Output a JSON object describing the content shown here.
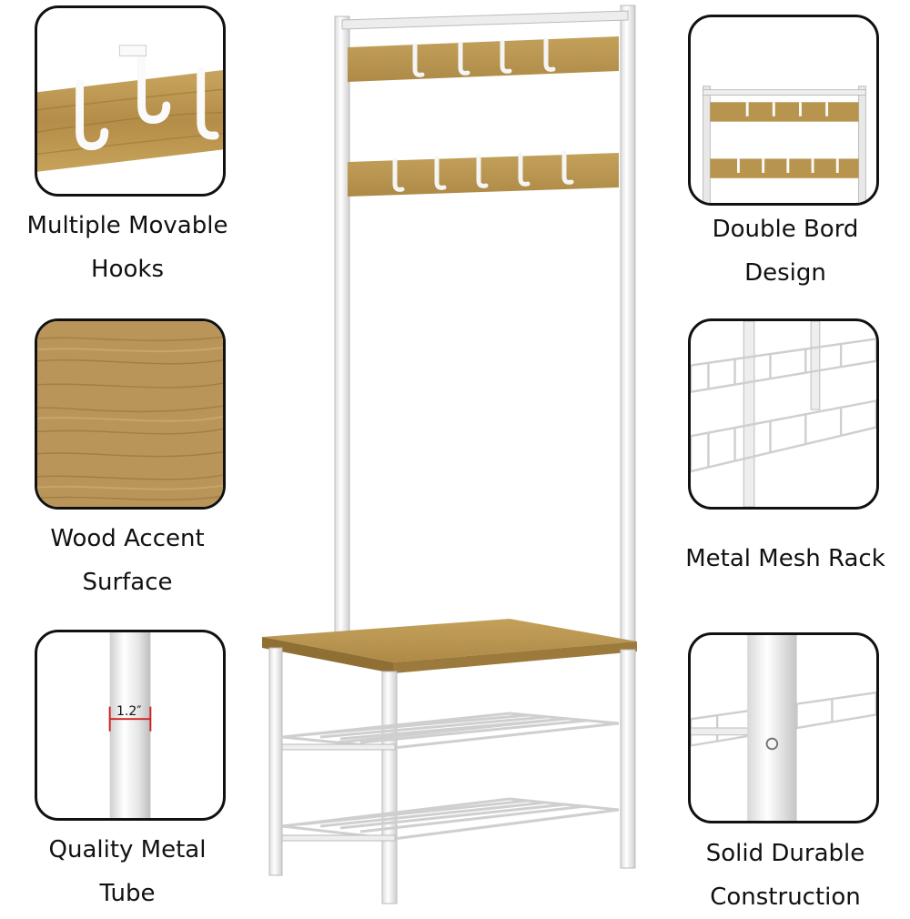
{
  "features": {
    "hooks": {
      "line1": "Multiple Movable",
      "line2": "Hooks"
    },
    "wood": {
      "line1": "Wood Accent",
      "line2": "Surface"
    },
    "tube": {
      "line1": "Quality Metal",
      "line2": "Tube",
      "dimension": "1.2″"
    },
    "board": {
      "line1": "Double Bord",
      "line2": "Design"
    },
    "mesh": {
      "line1": "Metal Mesh Rack"
    },
    "construction": {
      "line1": "Solid Durable",
      "line2": "Construction"
    }
  },
  "colors": {
    "wood": "#b8954f",
    "wood_dark": "#8f6f34",
    "metal": "#f4f4f4",
    "outline": "#111111",
    "dimension_marker": "#d22020"
  },
  "icons": [
    "hook-icon",
    "wood-grain-icon",
    "tube-icon",
    "board-icon",
    "mesh-icon",
    "bolt-icon"
  ]
}
